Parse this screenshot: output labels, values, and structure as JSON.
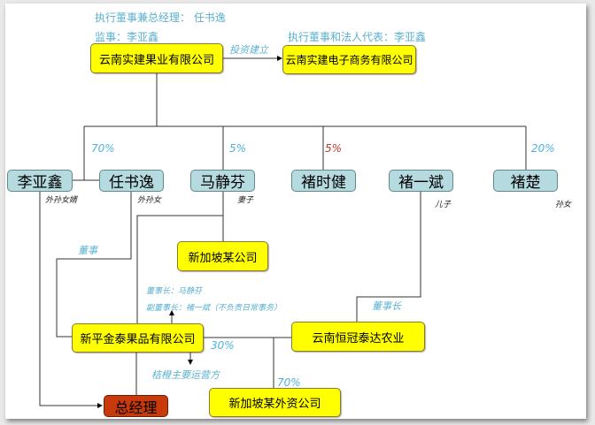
{
  "notes": {
    "top_exec": "执行董事兼总经理： 任书逸",
    "top_supervisor": "监事：李亚鑫",
    "ecommerce_rep": "执行董事和法人代表：李亚鑫",
    "invest_label": "投资建立",
    "chairman_note": "董事长：马静芬",
    "vice_chairman_note": "副董事长：褚一斌（不负责日常事务）",
    "operator_note": "桔橙主要运营方",
    "director_label": "董事",
    "chairman_label": "董事长"
  },
  "companies": {
    "fruit": "云南实建果业有限公司",
    "ecommerce": "云南实建电子商务有限公司",
    "singapore": "新加坡某公司",
    "xinping": "新平金泰果品有限公司",
    "hengguan": "云南恒冠泰达农业",
    "singapore_foreign": "新加坡某外资公司",
    "gm": "总经理"
  },
  "people": [
    {
      "name": "李亚鑫",
      "relation": "外孙女婿",
      "share": "70%"
    },
    {
      "name": "任书逸",
      "relation": "外孙女"
    },
    {
      "name": "马静芬",
      "relation": "妻子",
      "share": "5%"
    },
    {
      "name": "褚时健",
      "share": "5%"
    },
    {
      "name": "褚一斌",
      "relation": "儿子"
    },
    {
      "name": "褚楚",
      "relation": "孙女",
      "share": "20%"
    }
  ],
  "shares": {
    "xinping_share": "30%",
    "hengguan_share": "70%"
  },
  "colors": {
    "company": "#ffff00",
    "person": "#b5dadf",
    "gm": "#c8390c",
    "label": "#5ab0cf",
    "highlight_share": "#b83a2a"
  }
}
